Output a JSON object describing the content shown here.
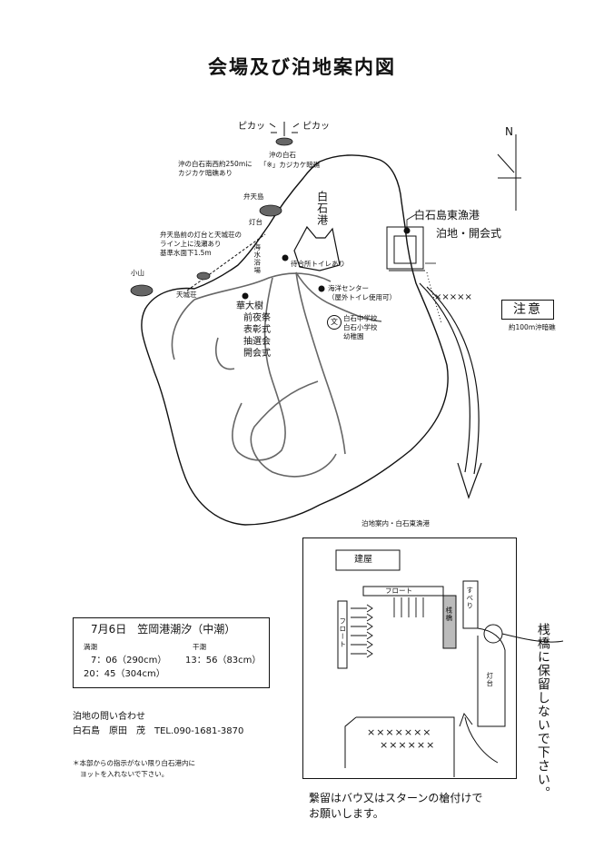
{
  "title": "会場及び泊地案内図",
  "north": "N",
  "labels": {
    "pikatsu_left": "ピカッ",
    "pikatsu_right": "ピカッ",
    "oki_shiraishi_1": "沖の白石",
    "oki_shiraishi_2": "「※」カジカケ暗礁",
    "reef_note_1": "沖の白石南西約250mに",
    "reef_note_2": "カジカケ暗礁あり",
    "bentenjima": "弁天島",
    "shiraishi_port": "白石港",
    "lighthouse": "灯台",
    "benten_note_1": "弁天島前の灯台と天城荘の",
    "benten_note_2": "ライン上に浅瀬あり",
    "benten_note_3": "基準水面下1.5m",
    "beach": "海水浴場",
    "koyama": "小山",
    "amagiso": "天城荘",
    "toilet": "待合所トイレあり",
    "kaiyo_center_1": "海洋センター",
    "kaiyo_center_2": "（屋外トイレ使用可）",
    "school_1": "白石中学校",
    "school_2": "白石小学校",
    "school_3": "幼稚園",
    "school_mark": "文",
    "kadaiju_1": "華大樹",
    "kadaiju_2": "前夜祭",
    "kadaiju_3": "表彰式",
    "kadaiju_4": "抽選会",
    "kadaiju_5": "開会式",
    "east_port": "白石島東漁港",
    "east_port_sub": "泊地・開会式",
    "notice": "注意",
    "reef_100m": "約100m沖暗礁",
    "reef_marks": "×××××",
    "inset_caption": "泊地案内・白石東漁港"
  },
  "tide": {
    "title": "7月6日　笠岡港潮汐（中潮）",
    "high_label": "満潮",
    "low_label": "干潮",
    "high_1": "7：06（290cm）",
    "high_2": "20：45（304cm）",
    "low_1": "13：56（83cm）"
  },
  "contact": {
    "heading": "泊地の問い合わせ",
    "line": "白石島　原田　茂　TEL.090-1681-3870"
  },
  "note": {
    "line1": "＊本部からの指示がない限り白石港内に",
    "line2": "ヨットを入れないで下さい。"
  },
  "dock": {
    "building": "建屋",
    "float_top": "フロート",
    "float_left": "フロート",
    "pier": "桟橋",
    "slope": "すべり",
    "lighthouse": "灯台",
    "x_row_1": "×××××××",
    "x_row_2": "××××××"
  },
  "side_warning": "桟橋に保留しないで下さい。",
  "mooring_1": "繋留はバウ又はスターンの槍付けで",
  "mooring_2": "お願いします。"
}
